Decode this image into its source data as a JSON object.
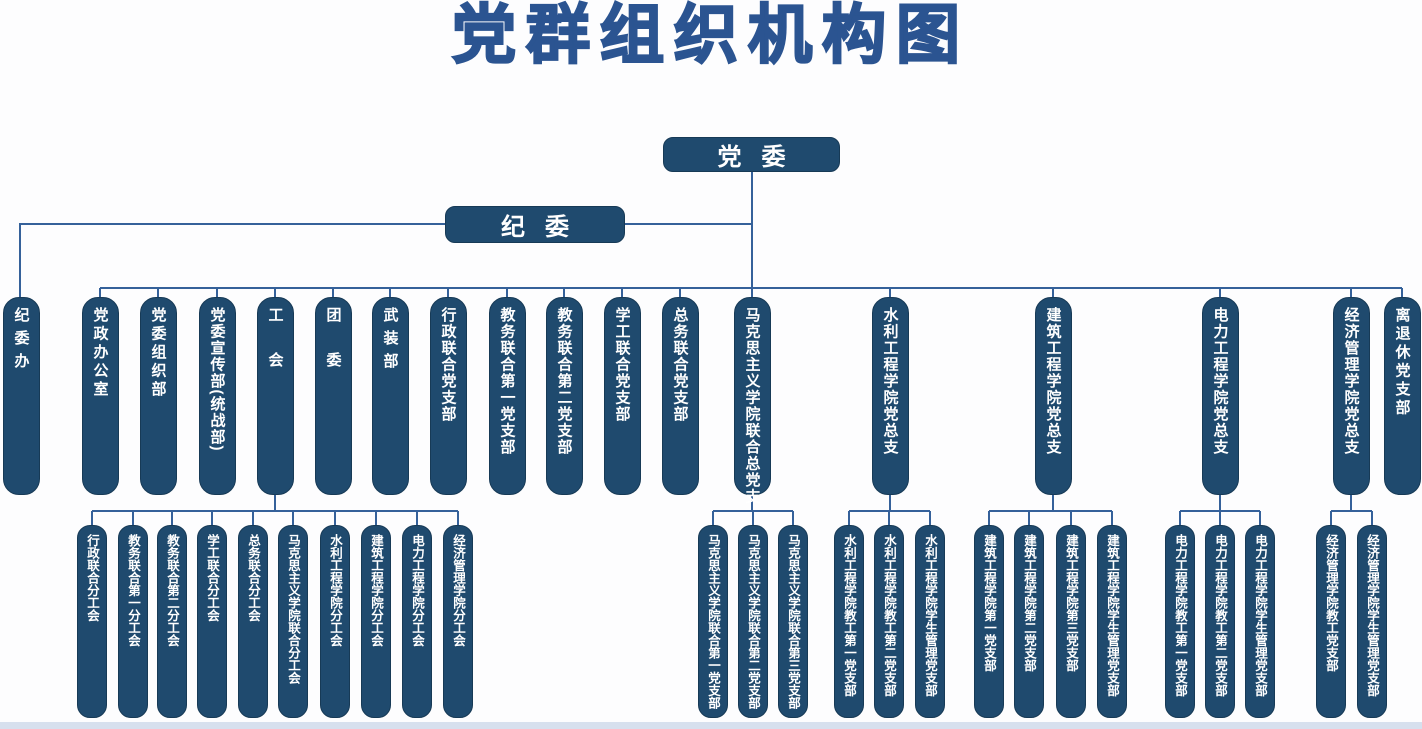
{
  "title": "党群组织机构图",
  "colors": {
    "node_fill": "#1f4a6e",
    "node_text": "#ffffff",
    "connector_line": "#35619a",
    "title_text": "#2b5491",
    "bottom_strip": "#d7e0ee"
  },
  "org": {
    "root": "党委",
    "secondary": "纪委",
    "level2": [
      "纪委办",
      "党政办公室",
      "党委组织部",
      "党委宣传部(统战部)",
      "工会",
      "团委",
      "武装部",
      "行政联合党支部",
      "教务联合第一党支部",
      "教务联合第二党支部",
      "学工联合党支部",
      "总务联合党支部",
      "马克思主义学院联合总党支",
      "水利工程学院党总支",
      "建筑工程学院党总支",
      "电力工程学院党总支",
      "经济管理学院党总支",
      "离退休党支部"
    ],
    "level3_groups": [
      {
        "parent": "工会",
        "children": [
          "行政联合分工会",
          "教务联合第一分工会",
          "教务联合第二分工会",
          "学工联合分工会",
          "总务联合分工会",
          "马克思主义学院联合分工会",
          "水利工程学院分工会",
          "建筑工程学院分工会",
          "电力工程学院分工会",
          "经济管理学院分工会"
        ]
      },
      {
        "parent": "马克思主义学院联合总党支",
        "children": [
          "马克思主义学院联合第一党支部",
          "马克思主义学院联合第二党支部",
          "马克思主义学院联合第三党支部"
        ]
      },
      {
        "parent": "水利工程学院党总支",
        "children": [
          "水利工程学院教工第一党支部",
          "水利工程学院教工第二党支部",
          "水利工程学院学生管理党支部"
        ]
      },
      {
        "parent": "建筑工程学院党总支",
        "children": [
          "建筑工程学院第一党支部",
          "建筑工程学院第二党支部",
          "建筑工程学院第三党支部",
          "建筑工程学院学生管理党支部"
        ]
      },
      {
        "parent": "电力工程学院党总支",
        "children": [
          "电力工程学院教工第一党支部",
          "电力工程学院教工第二党支部",
          "电力工程学院学生管理党支部"
        ]
      },
      {
        "parent": "经济管理学院党总支",
        "children": [
          "经济管理学院教工党支部",
          "经济管理学院学生管理党支部"
        ]
      }
    ]
  }
}
